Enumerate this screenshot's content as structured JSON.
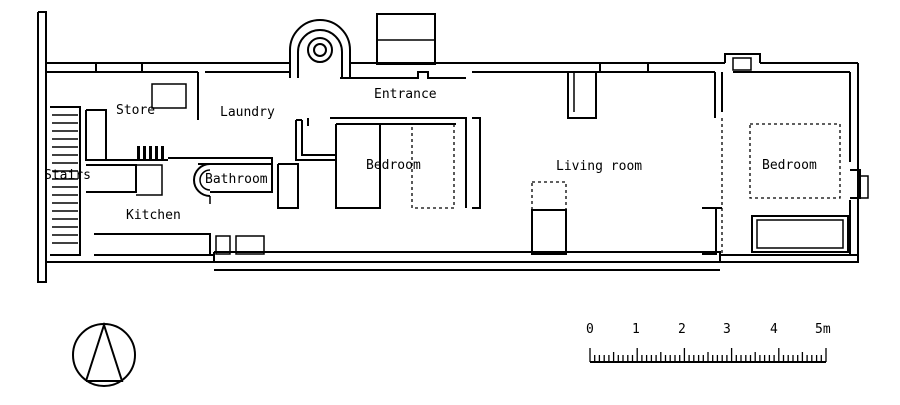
{
  "rooms": {
    "store": "Store",
    "laundry": "Laundry",
    "entrance": "Entrance",
    "stairs": "Stairs",
    "bathroom": "Bathroom",
    "bedroom_1": "Bedroom",
    "living_room": "Living room",
    "bedroom_2": "Bedroom",
    "kitchen": "Kitchen"
  },
  "scale": {
    "ticks": [
      "0",
      "1",
      "2",
      "3",
      "4",
      "5m"
    ]
  },
  "icons": {
    "north": "north-arrow-icon"
  }
}
